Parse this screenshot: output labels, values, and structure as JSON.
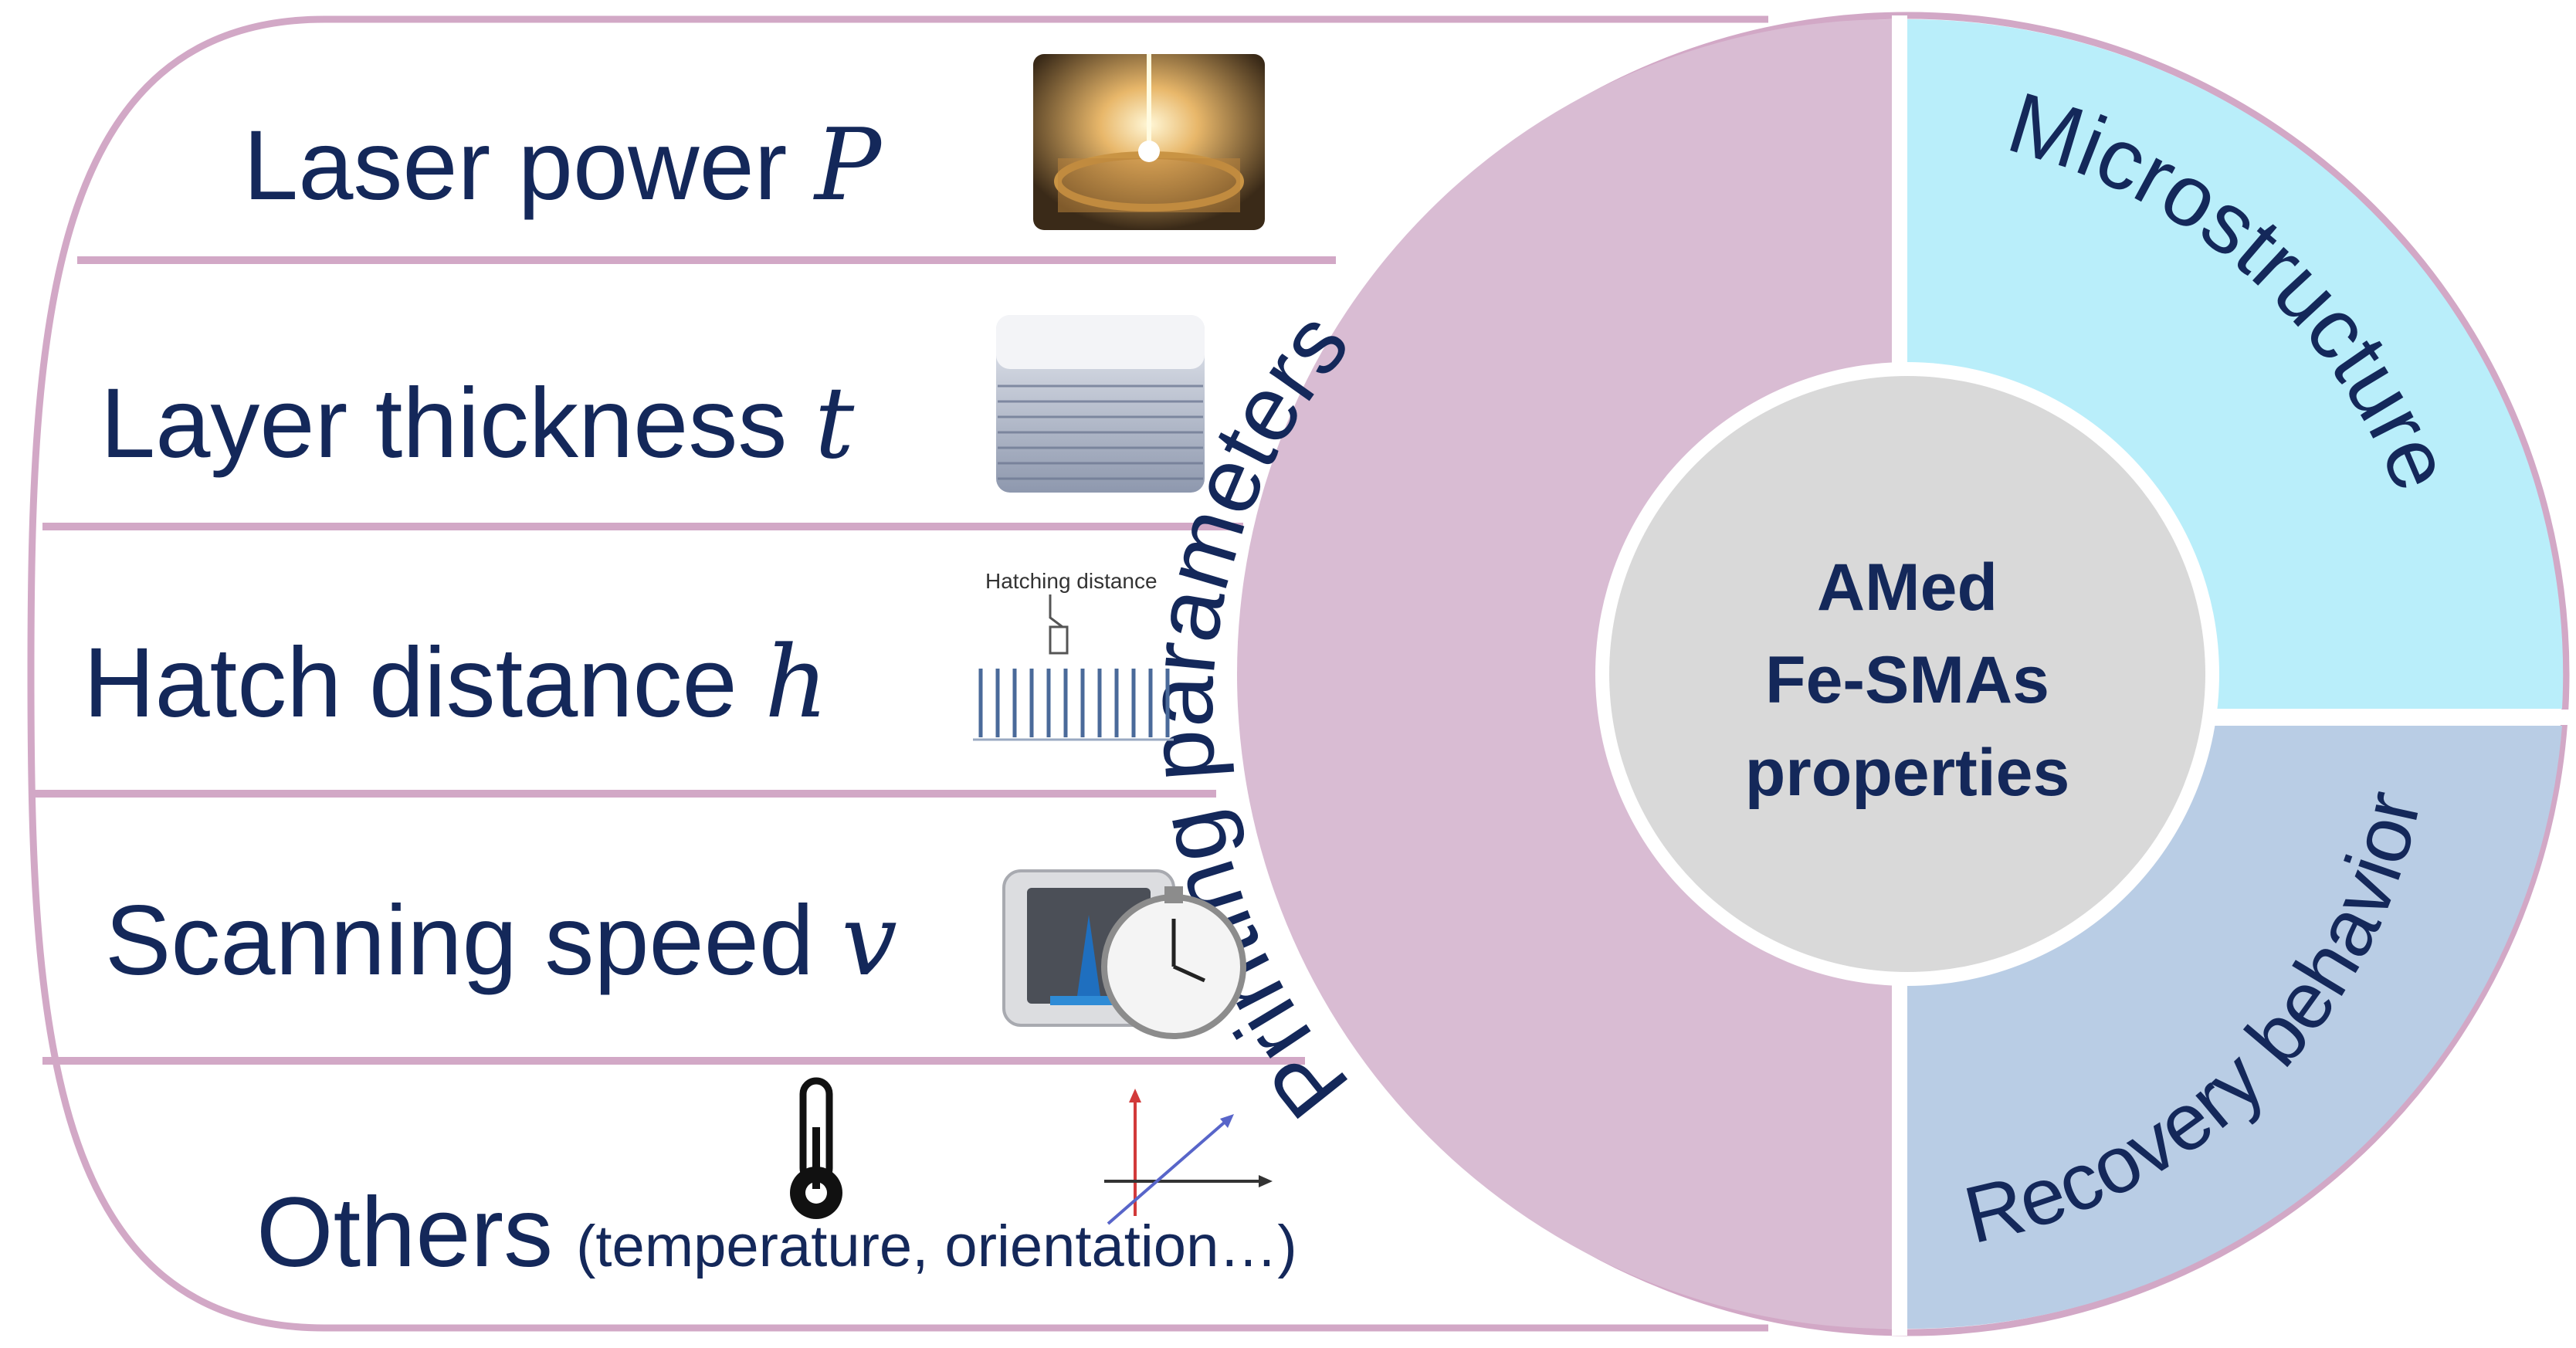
{
  "parameters": [
    {
      "label": "Laser power ",
      "symbol": "P",
      "icon": "laser-melting-photo"
    },
    {
      "label": "Layer thickness ",
      "symbol": "t",
      "icon": "printed-layers-block-photo"
    },
    {
      "label": "Hatch distance ",
      "symbol": "h",
      "icon": "hatch-lines-diagram"
    },
    {
      "label": "Scanning speed ",
      "symbol": "v",
      "icon": "printer-and-stopwatch-photo"
    }
  ],
  "others": {
    "label": "Others",
    "detail": "(temperature, orientation…)",
    "icons": [
      "thermometer-icon",
      "axes-orientation-icon"
    ]
  },
  "hatch_caption": "Hatching distance",
  "ring": {
    "printing": "Printing parameters",
    "microstructure": "Microstructure",
    "recovery": "Recovery behavior"
  },
  "center": {
    "lines": [
      "AMed",
      "Fe-SMAs",
      "properties"
    ]
  },
  "colors": {
    "printing": "#d9bcd3",
    "microstructure": "#b9eefa",
    "recovery": "#b9cde5",
    "center": "#d9d9d9",
    "outline": "#d2a8c6",
    "text": "#14285a"
  }
}
